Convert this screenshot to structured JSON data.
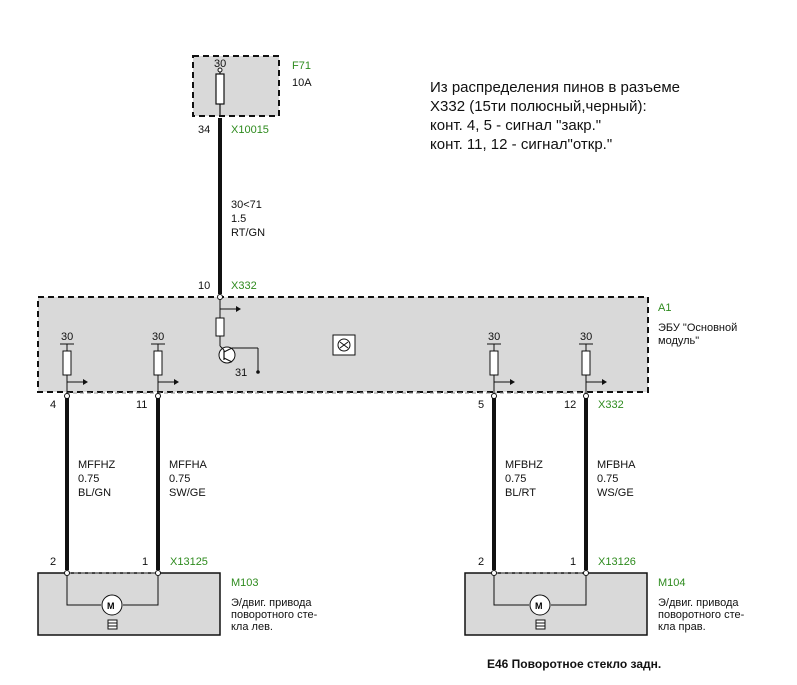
{
  "note": {
    "lines": [
      "Из распределения пинов в разъеме",
      "X332 (15ти полюсный,черный):",
      "конт. 4, 5 - сигнал \"закр.\"",
      "конт. 11, 12 - сигнал\"откр.\""
    ]
  },
  "fuse": {
    "id": "F71",
    "rating": "10A",
    "terminal": "30",
    "pin": "34",
    "connector": "X10015"
  },
  "supply_wire": {
    "circuit": "30<71",
    "gauge": "1.5",
    "color": "RT/GN"
  },
  "ecu": {
    "id": "A1",
    "label_line1": "ЭБУ \"Основной",
    "label_line2": "модуль\"",
    "in_pin": "10",
    "connector": "X332",
    "ground": "31",
    "terminal_labels": [
      "30",
      "30",
      "30",
      "30"
    ],
    "out_pins": [
      "4",
      "11",
      "5",
      "12"
    ]
  },
  "wires": [
    {
      "name": "MFFHZ",
      "gauge": "0.75",
      "color": "BL/GN"
    },
    {
      "name": "MFFHA",
      "gauge": "0.75",
      "color": "SW/GE"
    },
    {
      "name": "MFBHZ",
      "gauge": "0.75",
      "color": "BL/RT"
    },
    {
      "name": "MFBHA",
      "gauge": "0.75",
      "color": "WS/GE"
    }
  ],
  "motors": [
    {
      "id": "M103",
      "connector": "X13125",
      "pin_a": "2",
      "pin_b": "1",
      "desc1": "Э/двиг. привода",
      "desc2": "поворотного сте-",
      "desc3": "кла лев."
    },
    {
      "id": "M104",
      "connector": "X13126",
      "pin_a": "2",
      "pin_b": "1",
      "desc1": "Э/двиг. привода",
      "desc2": "поворотного сте-",
      "desc3": "кла прав."
    }
  ],
  "caption": "E46 Поворотное стекло задн."
}
